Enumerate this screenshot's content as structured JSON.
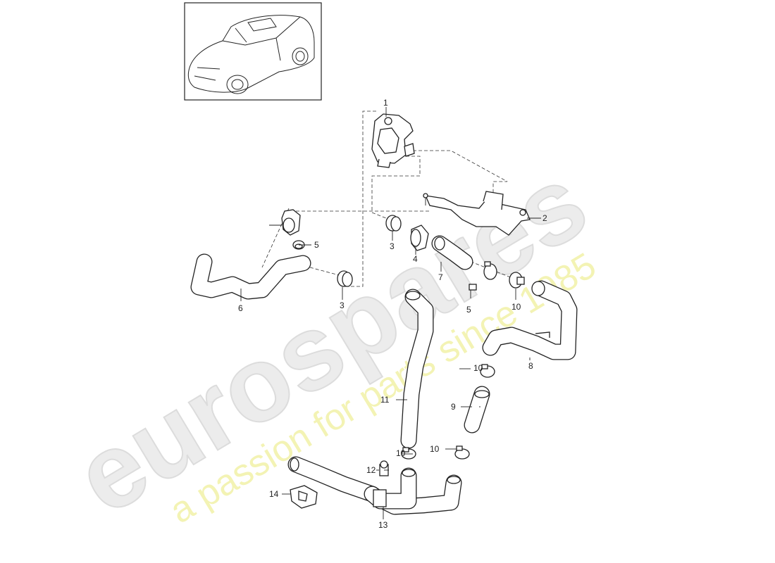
{
  "watermark": {
    "brand": "eurospares",
    "tagline": "a passion for parts since 1985"
  },
  "thumbnail": {
    "icon": "car-suv-icon"
  },
  "callouts": [
    {
      "id": "c1",
      "label": "1"
    },
    {
      "id": "c2",
      "label": "2"
    },
    {
      "id": "c3a",
      "label": "3"
    },
    {
      "id": "c3b",
      "label": "3"
    },
    {
      "id": "c4",
      "label": "4"
    },
    {
      "id": "c5a",
      "label": "5"
    },
    {
      "id": "c5b",
      "label": "5"
    },
    {
      "id": "c6",
      "label": "6"
    },
    {
      "id": "c7",
      "label": "7"
    },
    {
      "id": "c8",
      "label": "8"
    },
    {
      "id": "c9",
      "label": "9"
    },
    {
      "id": "c10a",
      "label": "10"
    },
    {
      "id": "c10b",
      "label": "10"
    },
    {
      "id": "c10c",
      "label": "10"
    },
    {
      "id": "c10d",
      "label": "10"
    },
    {
      "id": "c11",
      "label": "11"
    },
    {
      "id": "c12",
      "label": "12"
    },
    {
      "id": "c13",
      "label": "13"
    },
    {
      "id": "c14",
      "label": "14"
    }
  ]
}
